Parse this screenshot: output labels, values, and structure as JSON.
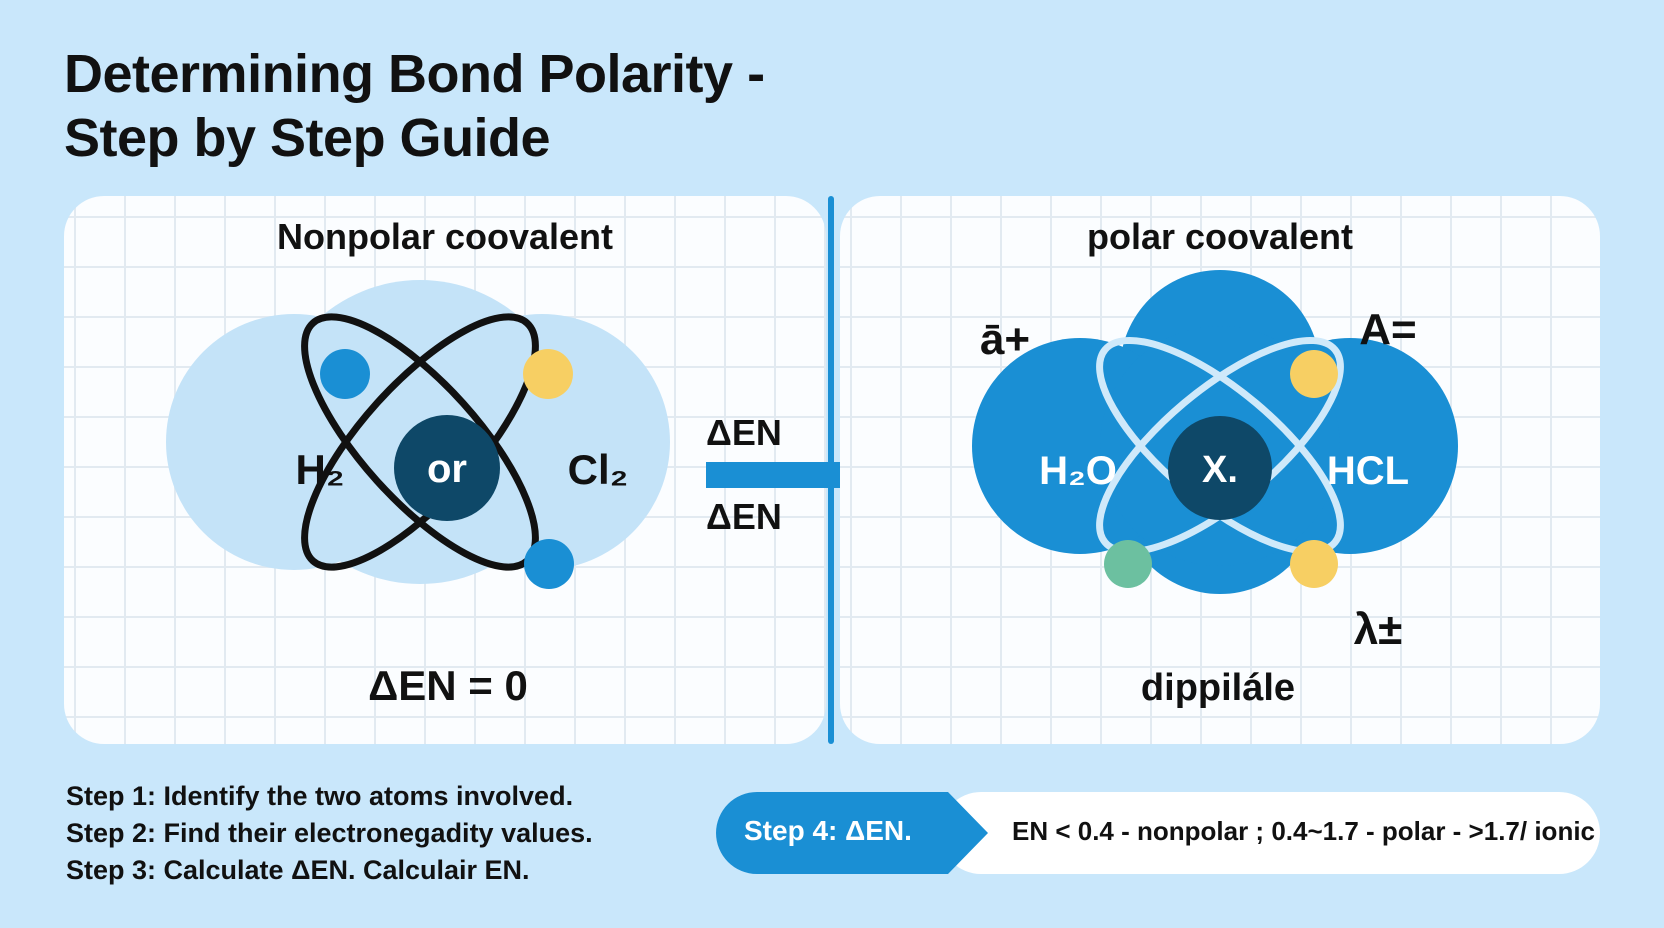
{
  "title": {
    "line1": "Determining Bond Polarity -",
    "line2": "Step by Step Guide"
  },
  "left_panel": {
    "heading": "Nonpolar coovalent",
    "molecule_left": "H₂",
    "center": "or",
    "molecule_right": "Cl₂",
    "result": "ΔEN = 0"
  },
  "middle": {
    "en_top": "ΔEN",
    "en_bottom": "ΔEN"
  },
  "right_panel": {
    "heading": "polar coovalent",
    "molecule_left": "H₂O",
    "center": "X.",
    "molecule_right": "HCL",
    "charge_top_left": "ā+",
    "charge_top_right": "A=",
    "charge_bottom_right": "λ±",
    "result": "dippilále"
  },
  "steps": [
    "Step 1: Identify the two atoms involved.",
    "Step 2: Find their electronegadity values.",
    "Step 3: Calculate ΔEN.   Calculair EN."
  ],
  "step4": {
    "label": "Step 4:   ΔEN.",
    "rule": "EN < 0.4 - nonpolar ; 0.4~1.7 - polar - >1.7/ ionic"
  },
  "colors": {
    "background": "#c9e7fb",
    "light_blue": "#c4e3f8",
    "accent_blue": "#1a8fd4",
    "dark_navy": "#0e4868",
    "yellow": "#f7cf63",
    "teal": "#6cc0a0"
  }
}
